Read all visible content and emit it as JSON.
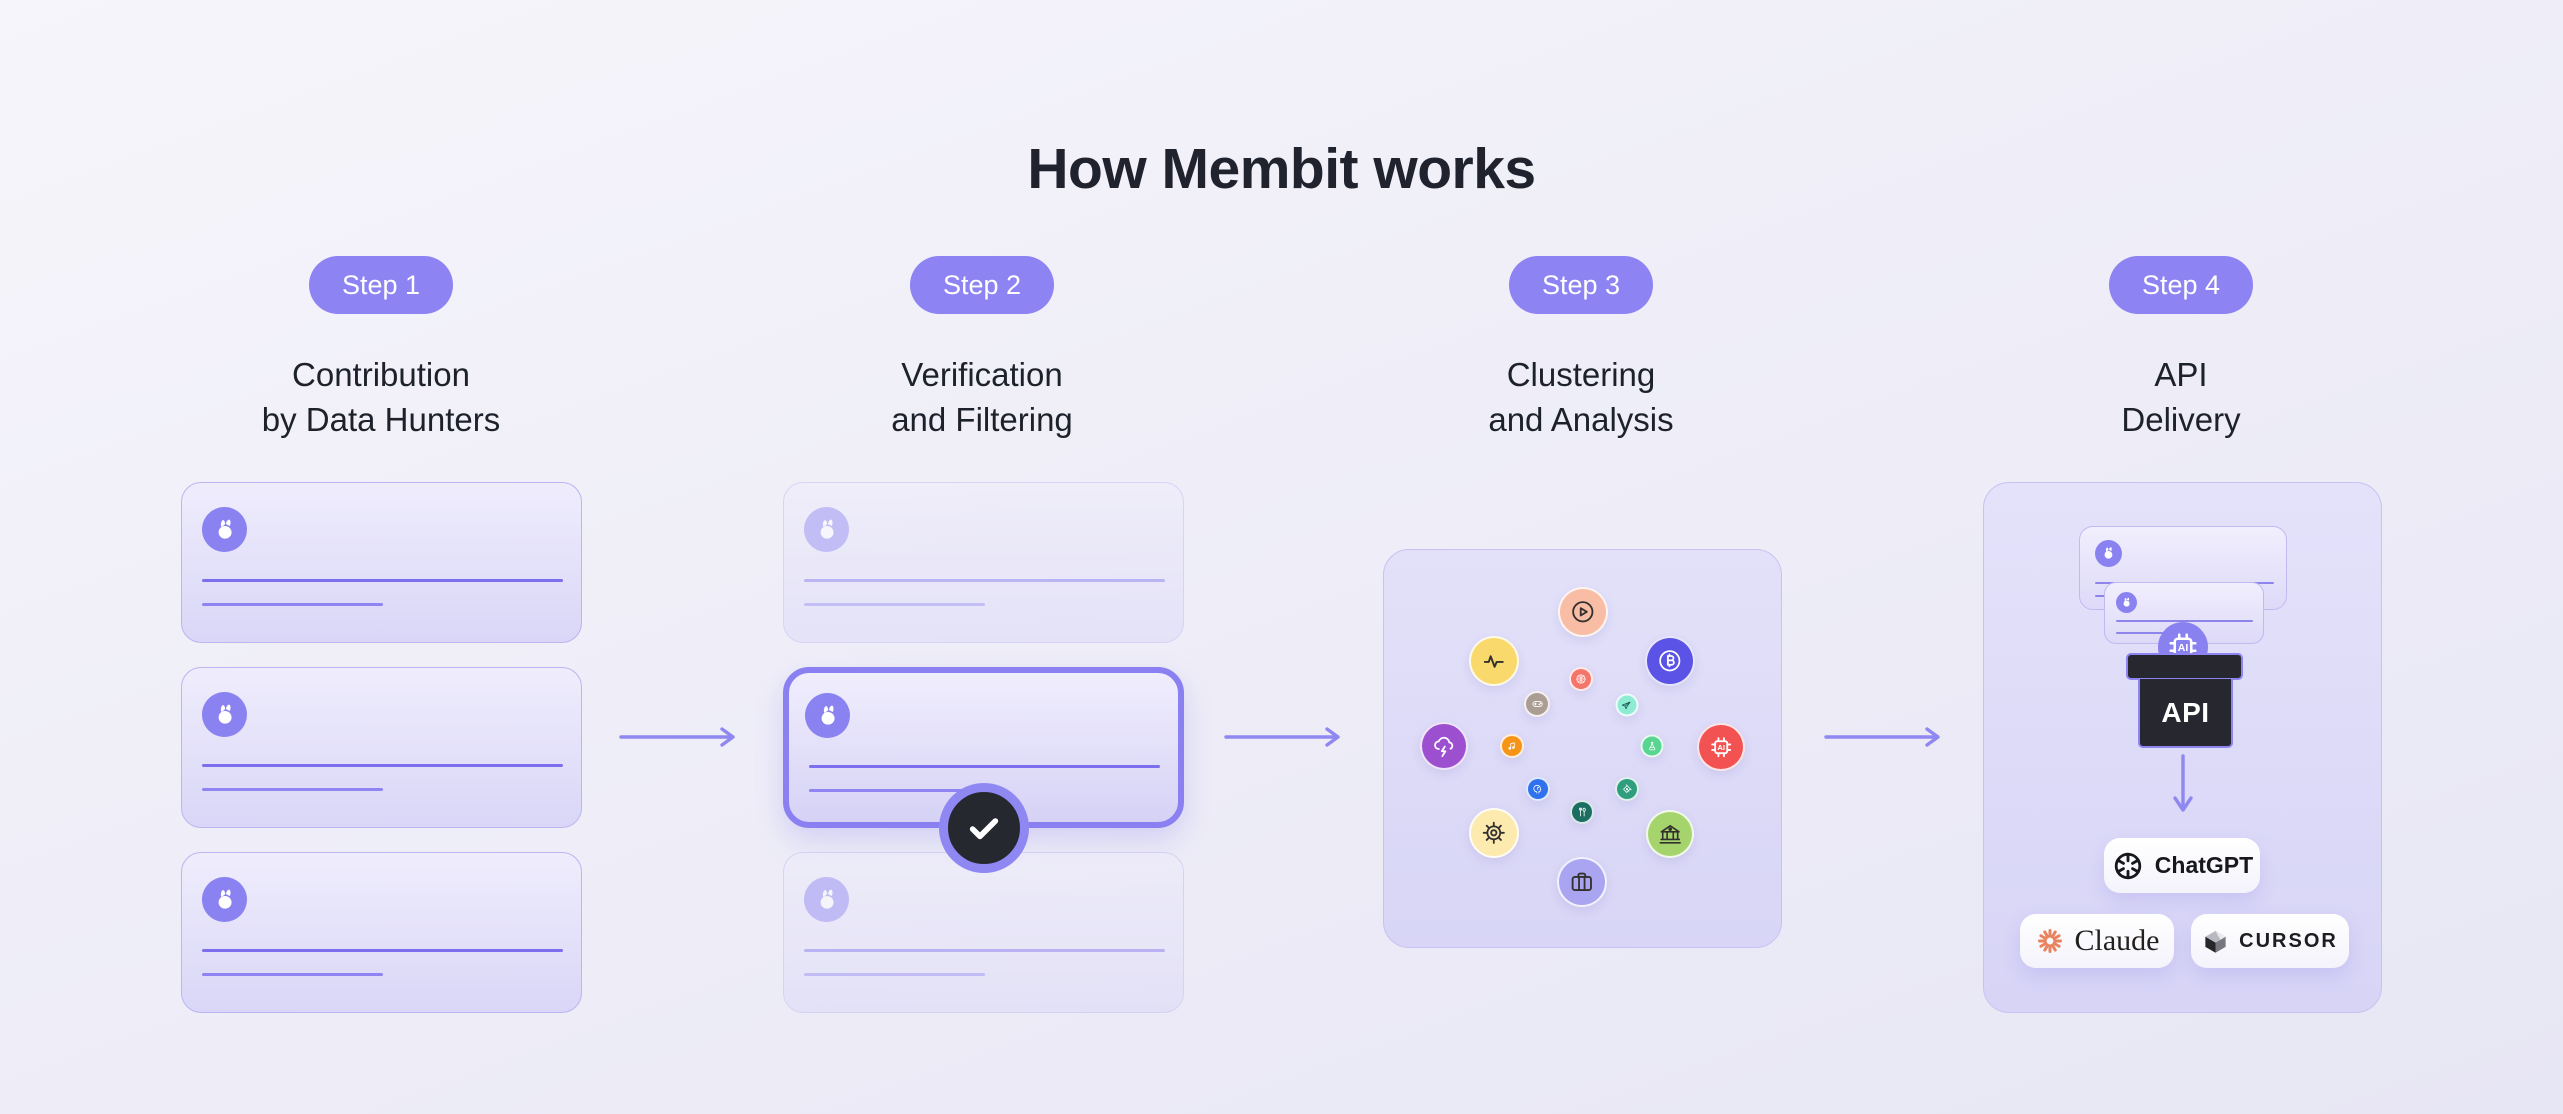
{
  "title": "How Membit works",
  "colors": {
    "accent": "#8b81f2",
    "dark_box": "#26272f",
    "card_line": "#7b6ff0",
    "page_bg": "#efeef8"
  },
  "steps": [
    {
      "badge": "Step 1",
      "heading_line1": "Contribution",
      "heading_line2": "by Data Hunters"
    },
    {
      "badge": "Step 2",
      "heading_line1": "Verification",
      "heading_line2": "and Filtering"
    },
    {
      "badge": "Step 3",
      "heading_line1": "Clustering",
      "heading_line2": "and Analysis"
    },
    {
      "badge": "Step 4",
      "heading_line1": "API",
      "heading_line2": "Delivery"
    }
  ],
  "step3": {
    "topics": [
      {
        "name": "media",
        "color": "#f8bda4"
      },
      {
        "name": "activity",
        "color": "#f9d96b"
      },
      {
        "name": "crypto",
        "color": "#5b53e5"
      },
      {
        "name": "sports",
        "color": "#f4756a"
      },
      {
        "name": "gaming",
        "color": "#ab9d93"
      },
      {
        "name": "travel",
        "color": "#8fecd4"
      },
      {
        "name": "weather",
        "color": "#9c50cf"
      },
      {
        "name": "music",
        "color": "#f59416"
      },
      {
        "name": "science",
        "color": "#57d591"
      },
      {
        "name": "ai",
        "color": "#f25252"
      },
      {
        "name": "psychology",
        "color": "#2f71ee"
      },
      {
        "name": "design",
        "color": "#2f9e7e"
      },
      {
        "name": "food",
        "color": "#1d6e62"
      },
      {
        "name": "settings",
        "color": "#fdeaae"
      },
      {
        "name": "finance",
        "color": "#a5d46c"
      },
      {
        "name": "business",
        "color": "#a9a5f0"
      }
    ]
  },
  "step4": {
    "ai_chip_label": "AI",
    "api_box_label": "API",
    "clients": [
      "ChatGPT",
      "Claude",
      "CURSOR"
    ]
  }
}
